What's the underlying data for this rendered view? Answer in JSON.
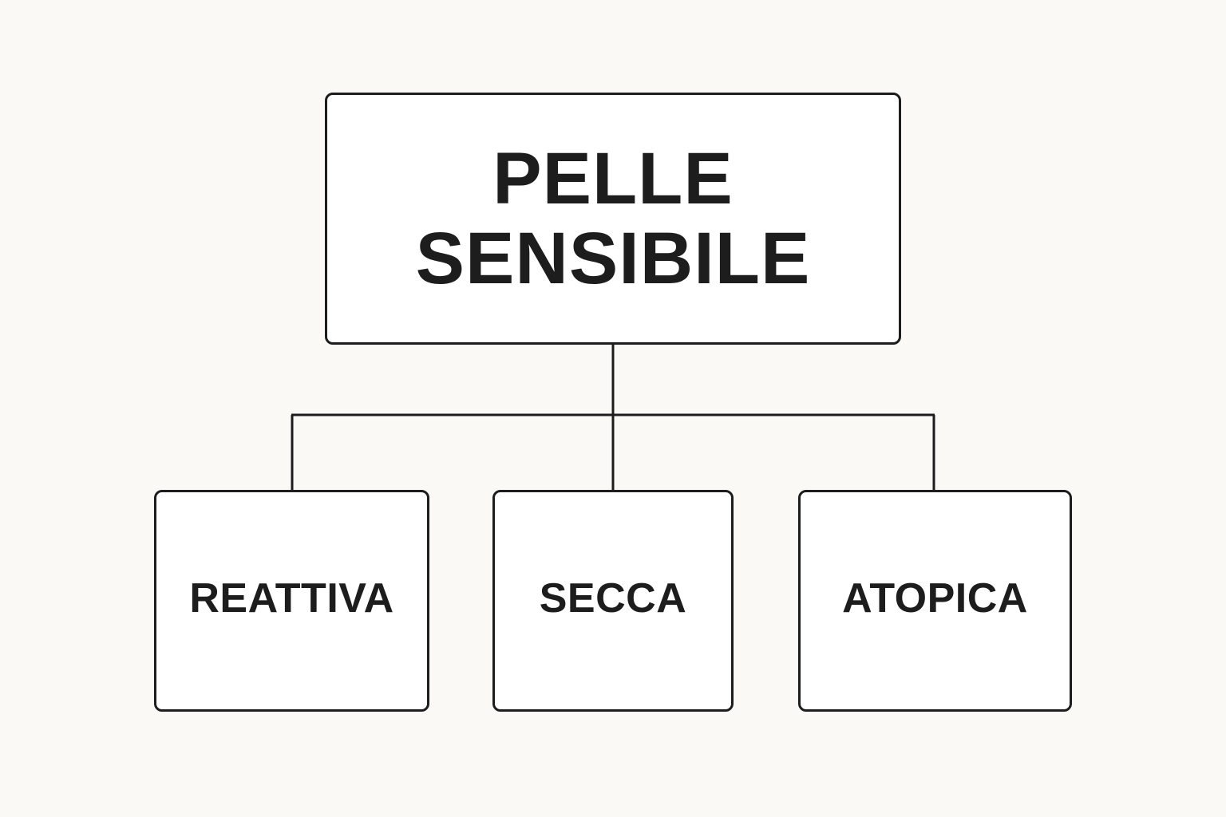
{
  "diagram": {
    "root": {
      "label_line_1": "PELLE",
      "label_line_2": "SENSIBILE"
    },
    "children": [
      {
        "label": "REATTIVA"
      },
      {
        "label": "SECCA"
      },
      {
        "label": "ATOPICA"
      }
    ],
    "colors": {
      "background": "#faf9f5",
      "stroke": "#1d1d1d",
      "text": "#1d1d1d"
    }
  }
}
